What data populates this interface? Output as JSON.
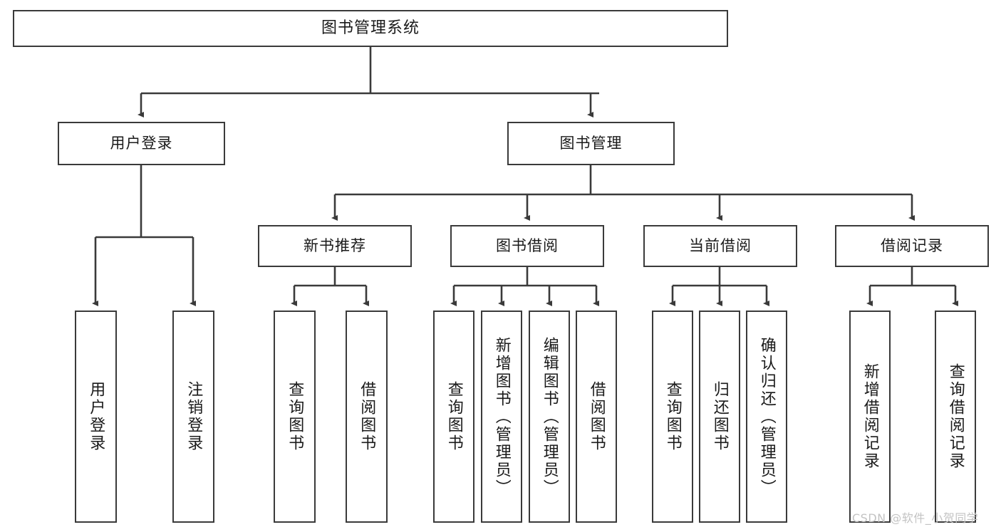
{
  "diagram": {
    "type": "hierarchy-tree",
    "title": "图书管理系统",
    "root": {
      "label": "图书管理系统"
    },
    "level1": [
      {
        "label": "用户登录"
      },
      {
        "label": "图书管理"
      }
    ],
    "level2": [
      {
        "label": "新书推荐"
      },
      {
        "label": "图书借阅"
      },
      {
        "label": "当前借阅"
      },
      {
        "label": "借阅记录"
      }
    ],
    "leaves": {
      "user_login": [
        {
          "label": "用户登录"
        },
        {
          "label": "注销登录"
        }
      ],
      "new_book_recommend": [
        {
          "label": "查询图书"
        },
        {
          "label": "借阅图书"
        }
      ],
      "book_borrow": [
        {
          "label": "查询图书"
        },
        {
          "label": "新增图书（管理员）"
        },
        {
          "label": "编辑图书（管理员）"
        },
        {
          "label": "借阅图书"
        }
      ],
      "current_borrow": [
        {
          "label": "查询图书"
        },
        {
          "label": "归还图书"
        },
        {
          "label": "确认归还（管理员）"
        }
      ],
      "borrow_record": [
        {
          "label": "新增借阅记录"
        },
        {
          "label": "查询借阅记录"
        }
      ]
    }
  },
  "watermark": {
    "text": "CSDN @软件_小贺同学"
  },
  "colors": {
    "box_border": "#3a3a3a",
    "box_fill": "#ffffff",
    "line": "#3a3a3a",
    "text": "#1a1a1a",
    "watermark": "#c3c3c3"
  }
}
